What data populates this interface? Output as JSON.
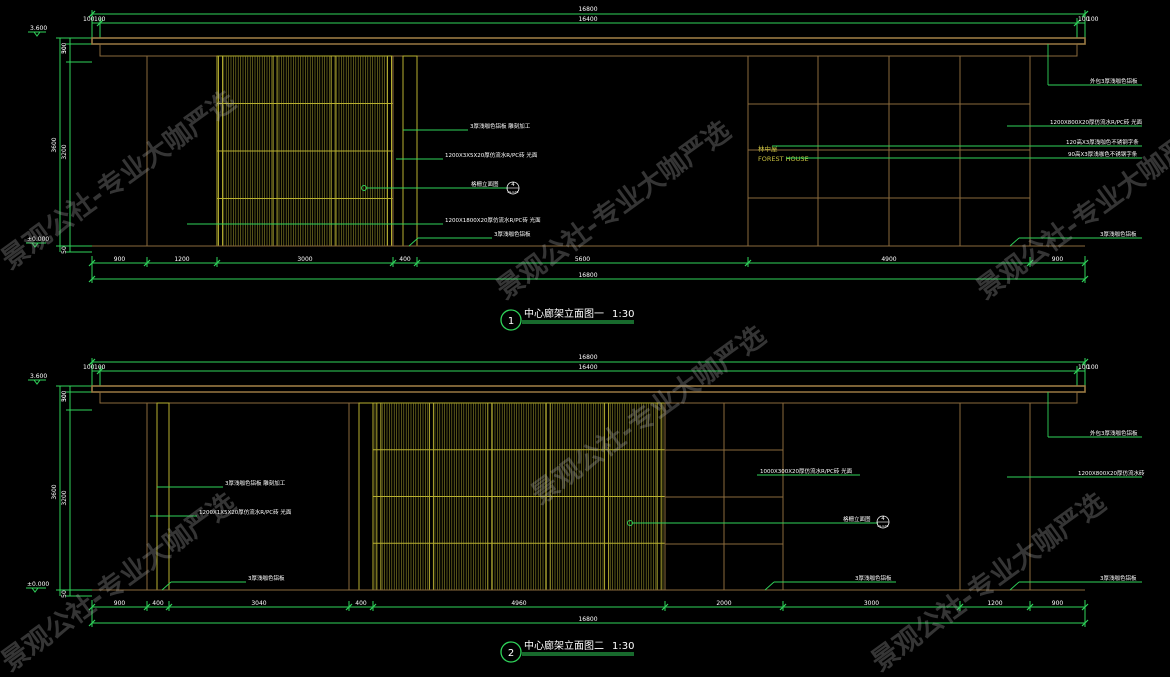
{
  "elevation1": {
    "number": "1",
    "title": "中心廊架立面图一",
    "scale": "1:30",
    "levels": [
      "3.600",
      "±0.000"
    ],
    "vertical_dims": [
      "50",
      "300",
      "3200",
      "3600",
      "50"
    ],
    "top_dims": {
      "overall": "16800",
      "inner": "16400",
      "ends": [
        "100",
        "100",
        "100",
        "100"
      ]
    },
    "bottom_dims": [
      "900",
      "1200",
      "3000",
      "400",
      "5600",
      "4900",
      "900"
    ],
    "bottom_total": "16800",
    "notes": {
      "n1": "3厚浅咖色铝板 雕刻加工",
      "n2": "1200X3X5X20厚仿流水R/PC砖 光面",
      "n3": "格栅立面图",
      "n4": "1200X1800X20厚仿流水R/PC砖 光面",
      "n5": "3厚浅咖色铝板",
      "r1": "外包3厚浅咖色铝板",
      "r2": "1200X800X20厚仿流水R/PC砖 光面",
      "r3": "120高X3厚浅咖色不锈钢字条",
      "r4": "90高X3厚浅咖色不锈钢字条",
      "r5": "3厚浅咖色铝板"
    },
    "callout": {
      "num": "4",
      "sub": "LS-G78"
    },
    "sign_cn": "林中屋",
    "sign_en": "FOREST HOUSE"
  },
  "elevation2": {
    "number": "2",
    "title": "中心廊架立面图二",
    "scale": "1:30",
    "levels": [
      "3.600",
      "±0.000"
    ],
    "vertical_dims": [
      "50",
      "300",
      "3200",
      "3600",
      "50"
    ],
    "top_dims": {
      "overall": "16800",
      "inner": "16400",
      "ends": [
        "100",
        "100",
        "100",
        "100"
      ]
    },
    "bottom_dims": [
      "900",
      "400",
      "3040",
      "400",
      "4960",
      "2000",
      "3000",
      "1200",
      "900"
    ],
    "bottom_total": "16800",
    "notes": {
      "n1": "3厚浅咖色铝板 雕刻加工",
      "n2": "1200X1X5X20厚仿流水R/PC砖 光面",
      "n3": "3厚浅咖色铝板",
      "m1": "1000X300X20厚仿流水R/PC砖 光面",
      "m2": "格栅立面图",
      "m3": "3厚浅咖色铝板",
      "r1": "外包3厚浅咖色铝板",
      "r2": "1200X800X20厚仿流水砖",
      "r3": "3厚浅咖色铝板"
    },
    "callout": {
      "num": "4",
      "sub": "LS-G78"
    }
  },
  "watermark": "景观公社-专业大咖严选"
}
